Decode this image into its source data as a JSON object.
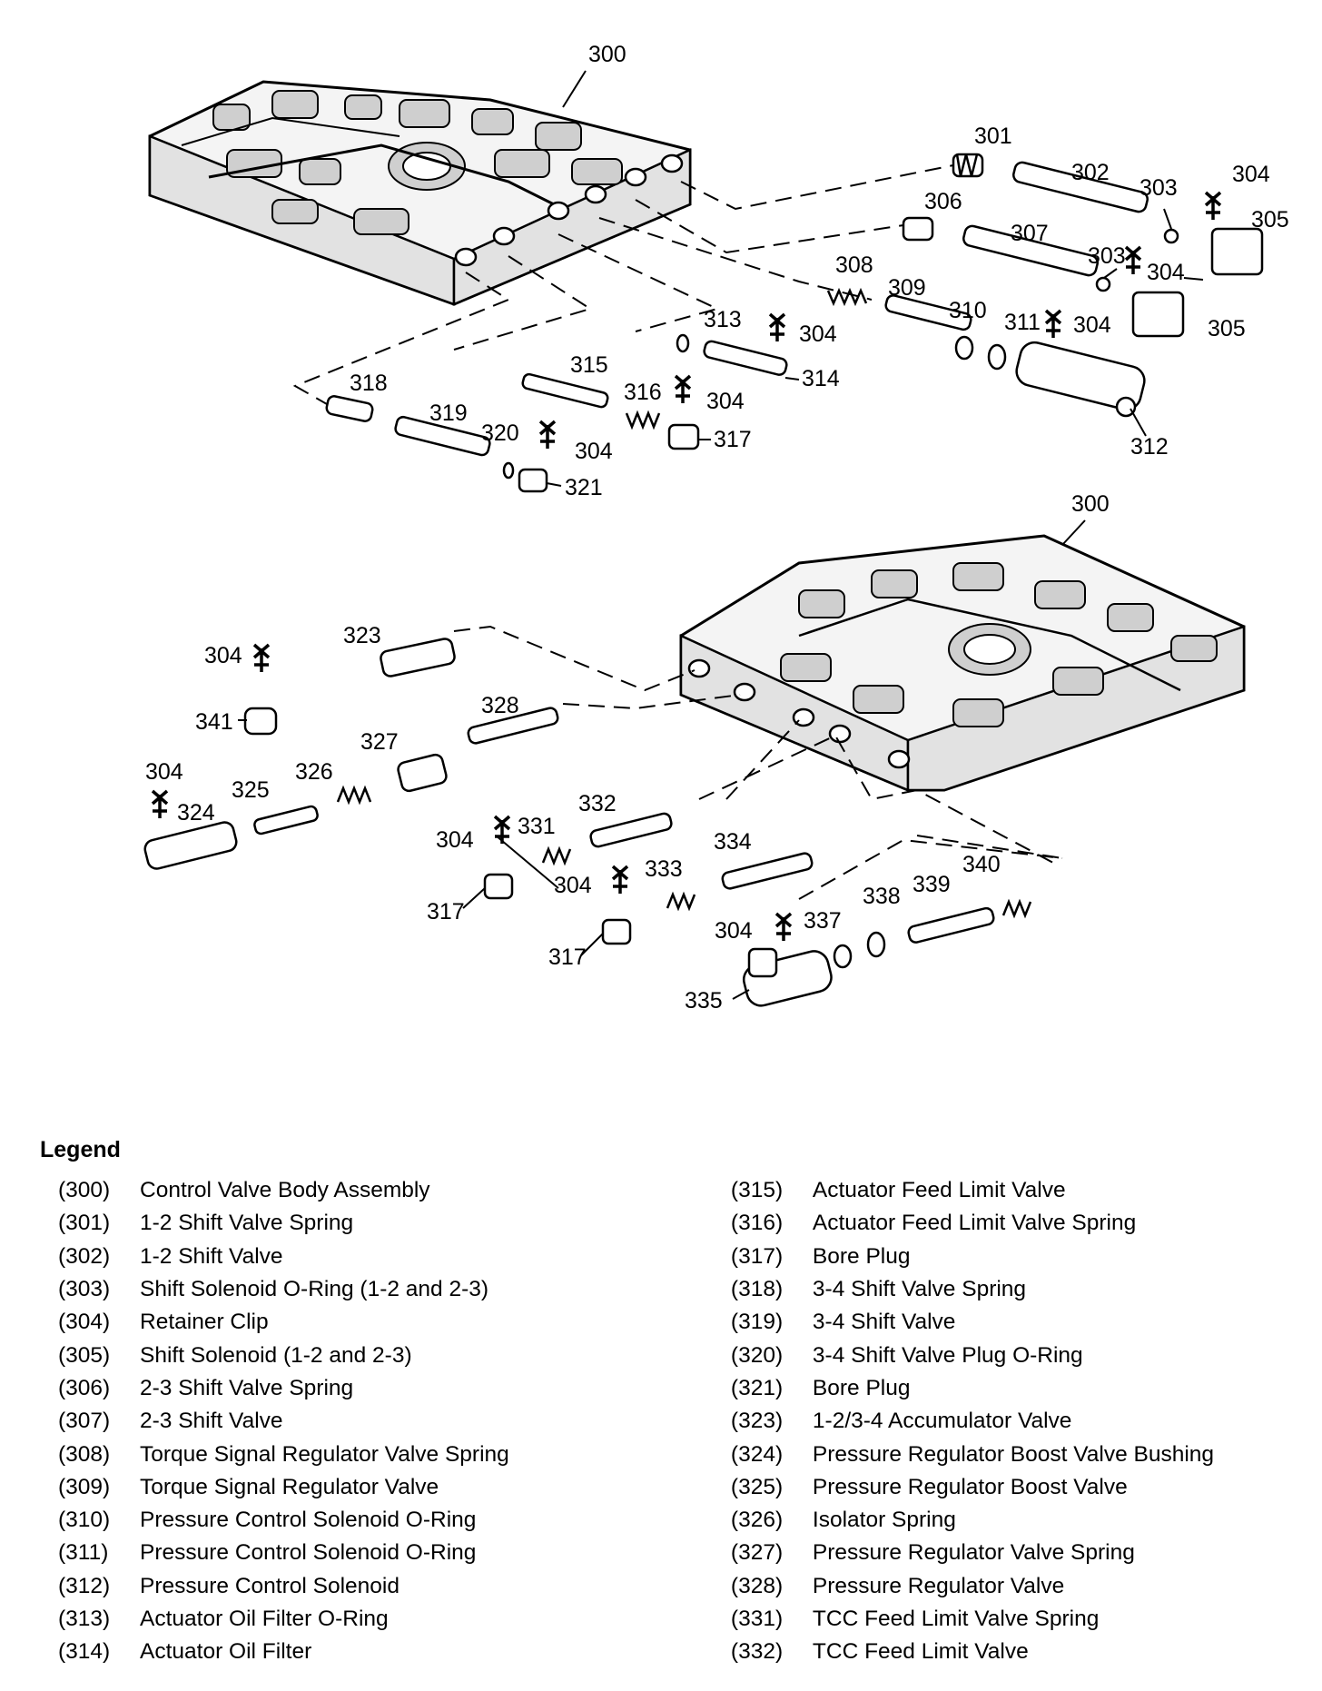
{
  "diagram": {
    "callouts": {
      "top": [
        {
          "id": "c300a",
          "text": "300"
        },
        {
          "id": "c301",
          "text": "301"
        },
        {
          "id": "c302",
          "text": "302"
        },
        {
          "id": "c303a",
          "text": "303"
        },
        {
          "id": "c304a",
          "text": "304"
        },
        {
          "id": "c305a",
          "text": "305"
        },
        {
          "id": "c306",
          "text": "306"
        },
        {
          "id": "c307",
          "text": "307"
        },
        {
          "id": "c303b",
          "text": "303"
        },
        {
          "id": "c304b",
          "text": "304"
        },
        {
          "id": "c305b",
          "text": "305"
        },
        {
          "id": "c308",
          "text": "308"
        },
        {
          "id": "c309",
          "text": "309"
        },
        {
          "id": "c310",
          "text": "310"
        },
        {
          "id": "c311",
          "text": "311"
        },
        {
          "id": "c304c",
          "text": "304"
        },
        {
          "id": "c313",
          "text": "313"
        },
        {
          "id": "c304d",
          "text": "304"
        },
        {
          "id": "c314",
          "text": "314"
        },
        {
          "id": "c315",
          "text": "315"
        },
        {
          "id": "c316",
          "text": "316"
        },
        {
          "id": "c304e",
          "text": "304"
        },
        {
          "id": "c317a",
          "text": "317"
        },
        {
          "id": "c312",
          "text": "312"
        },
        {
          "id": "c318",
          "text": "318"
        },
        {
          "id": "c319",
          "text": "319"
        },
        {
          "id": "c320",
          "text": "320"
        },
        {
          "id": "c304f",
          "text": "304"
        },
        {
          "id": "c321",
          "text": "321"
        }
      ],
      "bottom": [
        {
          "id": "c300b",
          "text": "300"
        },
        {
          "id": "c304g",
          "text": "304"
        },
        {
          "id": "c323",
          "text": "323"
        },
        {
          "id": "c341",
          "text": "341"
        },
        {
          "id": "c328",
          "text": "328"
        },
        {
          "id": "c327",
          "text": "327"
        },
        {
          "id": "c304h",
          "text": "304"
        },
        {
          "id": "c325",
          "text": "325"
        },
        {
          "id": "c326",
          "text": "326"
        },
        {
          "id": "c324",
          "text": "324"
        },
        {
          "id": "c332",
          "text": "332"
        },
        {
          "id": "c304i",
          "text": "304"
        },
        {
          "id": "c331",
          "text": "331"
        },
        {
          "id": "c334",
          "text": "334"
        },
        {
          "id": "c317b",
          "text": "317"
        },
        {
          "id": "c304j",
          "text": "304"
        },
        {
          "id": "c333",
          "text": "333"
        },
        {
          "id": "c340",
          "text": "340"
        },
        {
          "id": "c338",
          "text": "338"
        },
        {
          "id": "c339",
          "text": "339"
        },
        {
          "id": "c317c",
          "text": "317"
        },
        {
          "id": "c304k",
          "text": "304"
        },
        {
          "id": "c337",
          "text": "337"
        },
        {
          "id": "c335",
          "text": "335"
        }
      ]
    }
  },
  "legend": {
    "title": "Legend",
    "left": [
      {
        "num": "(300)",
        "label": "Control Valve Body Assembly"
      },
      {
        "num": "(301)",
        "label": "1-2 Shift Valve Spring"
      },
      {
        "num": "(302)",
        "label": "1-2 Shift Valve"
      },
      {
        "num": "(303)",
        "label": "Shift Solenoid O-Ring (1-2 and 2-3)"
      },
      {
        "num": "(304)",
        "label": "Retainer Clip"
      },
      {
        "num": "(305)",
        "label": "Shift Solenoid (1-2 and 2-3)"
      },
      {
        "num": "(306)",
        "label": "2-3 Shift Valve Spring"
      },
      {
        "num": "(307)",
        "label": "2-3 Shift Valve"
      },
      {
        "num": "(308)",
        "label": "Torque Signal Regulator Valve Spring"
      },
      {
        "num": "(309)",
        "label": "Torque Signal Regulator Valve"
      },
      {
        "num": "(310)",
        "label": "Pressure Control Solenoid O-Ring"
      },
      {
        "num": "(311)",
        "label": "Pressure Control Solenoid O-Ring"
      },
      {
        "num": "(312)",
        "label": "Pressure Control Solenoid"
      },
      {
        "num": "(313)",
        "label": "Actuator Oil Filter O-Ring"
      },
      {
        "num": "(314)",
        "label": "Actuator Oil Filter"
      }
    ],
    "right": [
      {
        "num": "(315)",
        "label": "Actuator Feed Limit Valve"
      },
      {
        "num": "(316)",
        "label": "Actuator Feed Limit Valve Spring"
      },
      {
        "num": "(317)",
        "label": "Bore Plug"
      },
      {
        "num": "(318)",
        "label": "3-4 Shift Valve Spring"
      },
      {
        "num": "(319)",
        "label": "3-4 Shift Valve"
      },
      {
        "num": "(320)",
        "label": "3-4 Shift Valve Plug O-Ring"
      },
      {
        "num": "(321)",
        "label": "Bore Plug"
      },
      {
        "num": "(323)",
        "label": "1-2/3-4 Accumulator Valve"
      },
      {
        "num": "(324)",
        "label": "Pressure Regulator Boost Valve Bushing"
      },
      {
        "num": "(325)",
        "label": "Pressure Regulator Boost Valve"
      },
      {
        "num": "(326)",
        "label": "Isolator Spring"
      },
      {
        "num": "(327)",
        "label": "Pressure Regulator Valve Spring"
      },
      {
        "num": "(328)",
        "label": "Pressure Regulator Valve"
      },
      {
        "num": "(331)",
        "label": "TCC Feed Limit Valve Spring"
      },
      {
        "num": "(332)",
        "label": "TCC Feed Limit Valve"
      }
    ]
  }
}
